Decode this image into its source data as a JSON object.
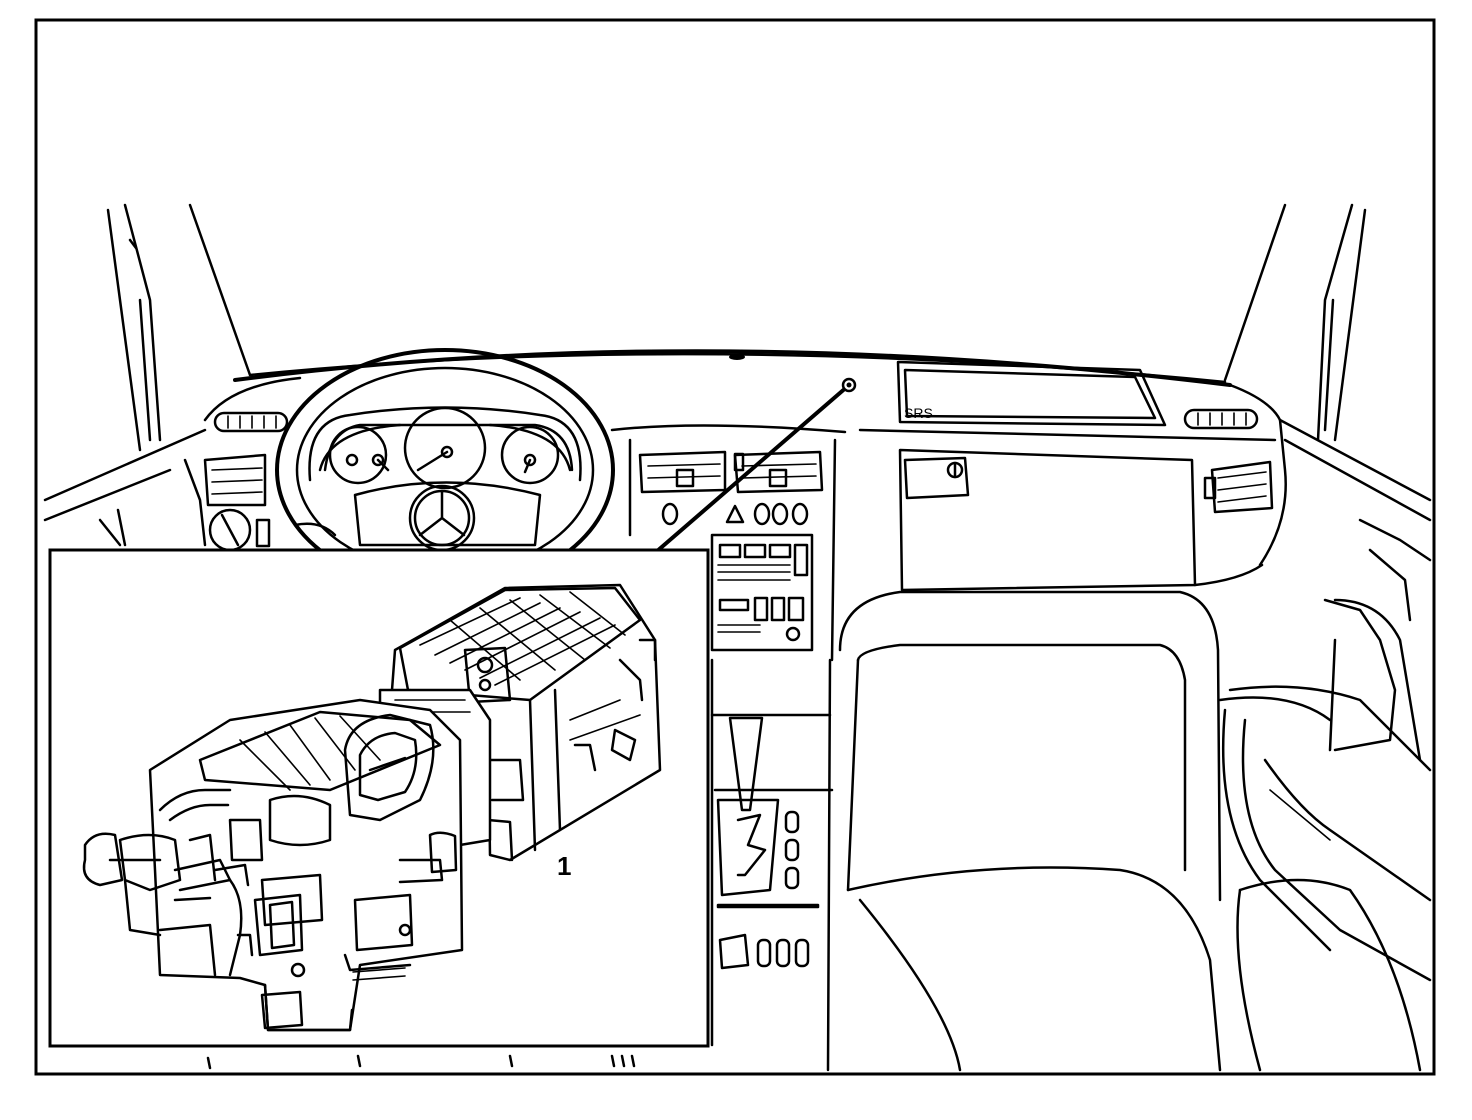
{
  "figure": {
    "callouts": [
      {
        "id": "1",
        "text": "1"
      }
    ],
    "airbag_marking": "SRS"
  }
}
